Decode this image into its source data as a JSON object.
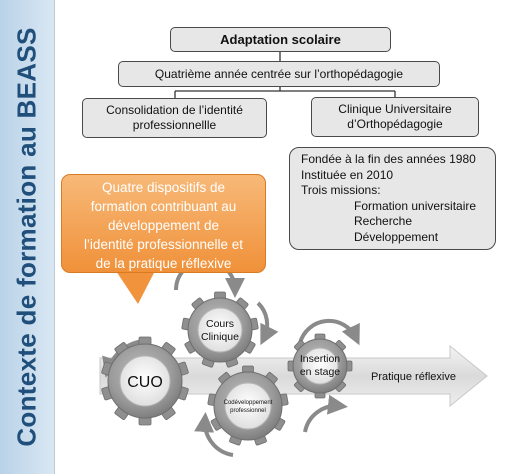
{
  "side_title": "Contexte de formation au BEASS",
  "top_box": "Adaptation scolaire",
  "year_box": "Quatrième année centrée sur l’orthopédagogie",
  "left_box": {
    "line1": "Consolidation de l’identité",
    "line2": "professionnellle"
  },
  "right_box": {
    "line1": "Clinique Universitaire",
    "line2": "d’Orthopédagogie"
  },
  "clinic_details": {
    "lines": [
      "Fondée à la fin des années 1980",
      "Instituée en 2010",
      "Trois missions:"
    ],
    "missions": [
      "Formation universitaire",
      "Recherche",
      "Développement"
    ]
  },
  "callout": {
    "lines": [
      "Quatre dispositifs de",
      "formation contribuant au",
      "développement de",
      "l’identité professionnelle et",
      "de la pratique réflexive"
    ]
  },
  "gears": {
    "cuo": "CUO",
    "cours": [
      "Cours",
      "Clinique"
    ],
    "codev": [
      "Codéveloppement",
      "professionnel"
    ],
    "stage": [
      "Insertion",
      "en stage"
    ]
  },
  "arrow_label": "Pratique réflexive",
  "colors": {
    "side_band": "#c9dcee",
    "side_text": "#1f4f7a",
    "callout": "#f0a257",
    "box_fill": "#e7e7e7",
    "gear": "#8c8c8c"
  }
}
